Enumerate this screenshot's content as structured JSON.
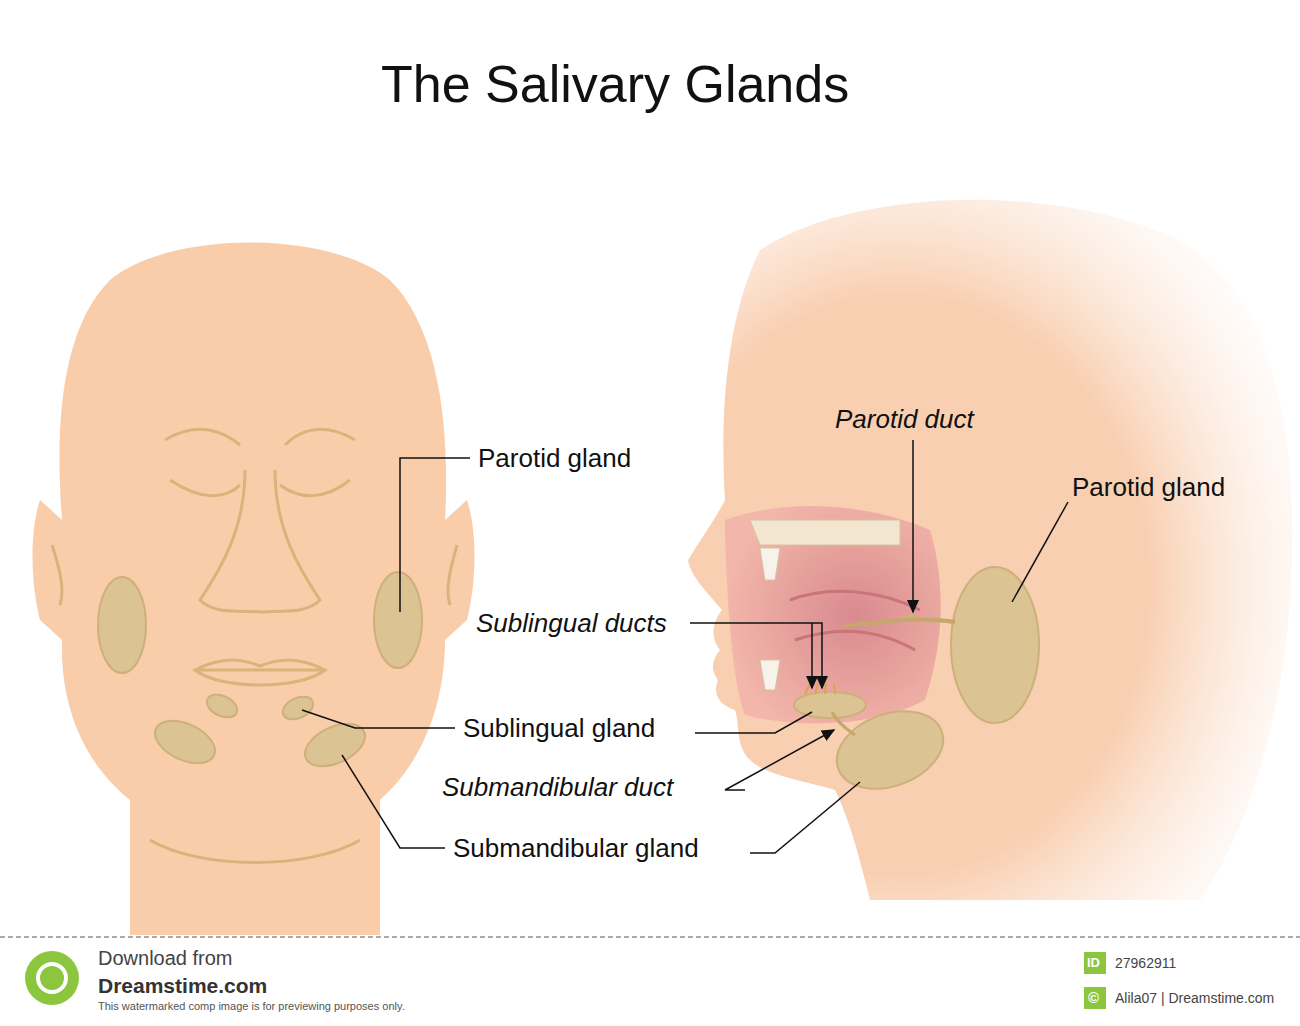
{
  "diagram": {
    "title": "The Salivary Glands",
    "labels": [
      "Parotid gland",
      "Parotid duct",
      "Parotid gland",
      "Sublingual ducts",
      "Sublingual gland",
      "Submandibular duct",
      "Submandibular gland",
      "Download from",
      "Dreamstime.com",
      "This watermarked comp image is for previewing purposes only.",
      "ID",
      "27962911",
      "©",
      "Alila07 | Dreamstime.com"
    ]
  }
}
